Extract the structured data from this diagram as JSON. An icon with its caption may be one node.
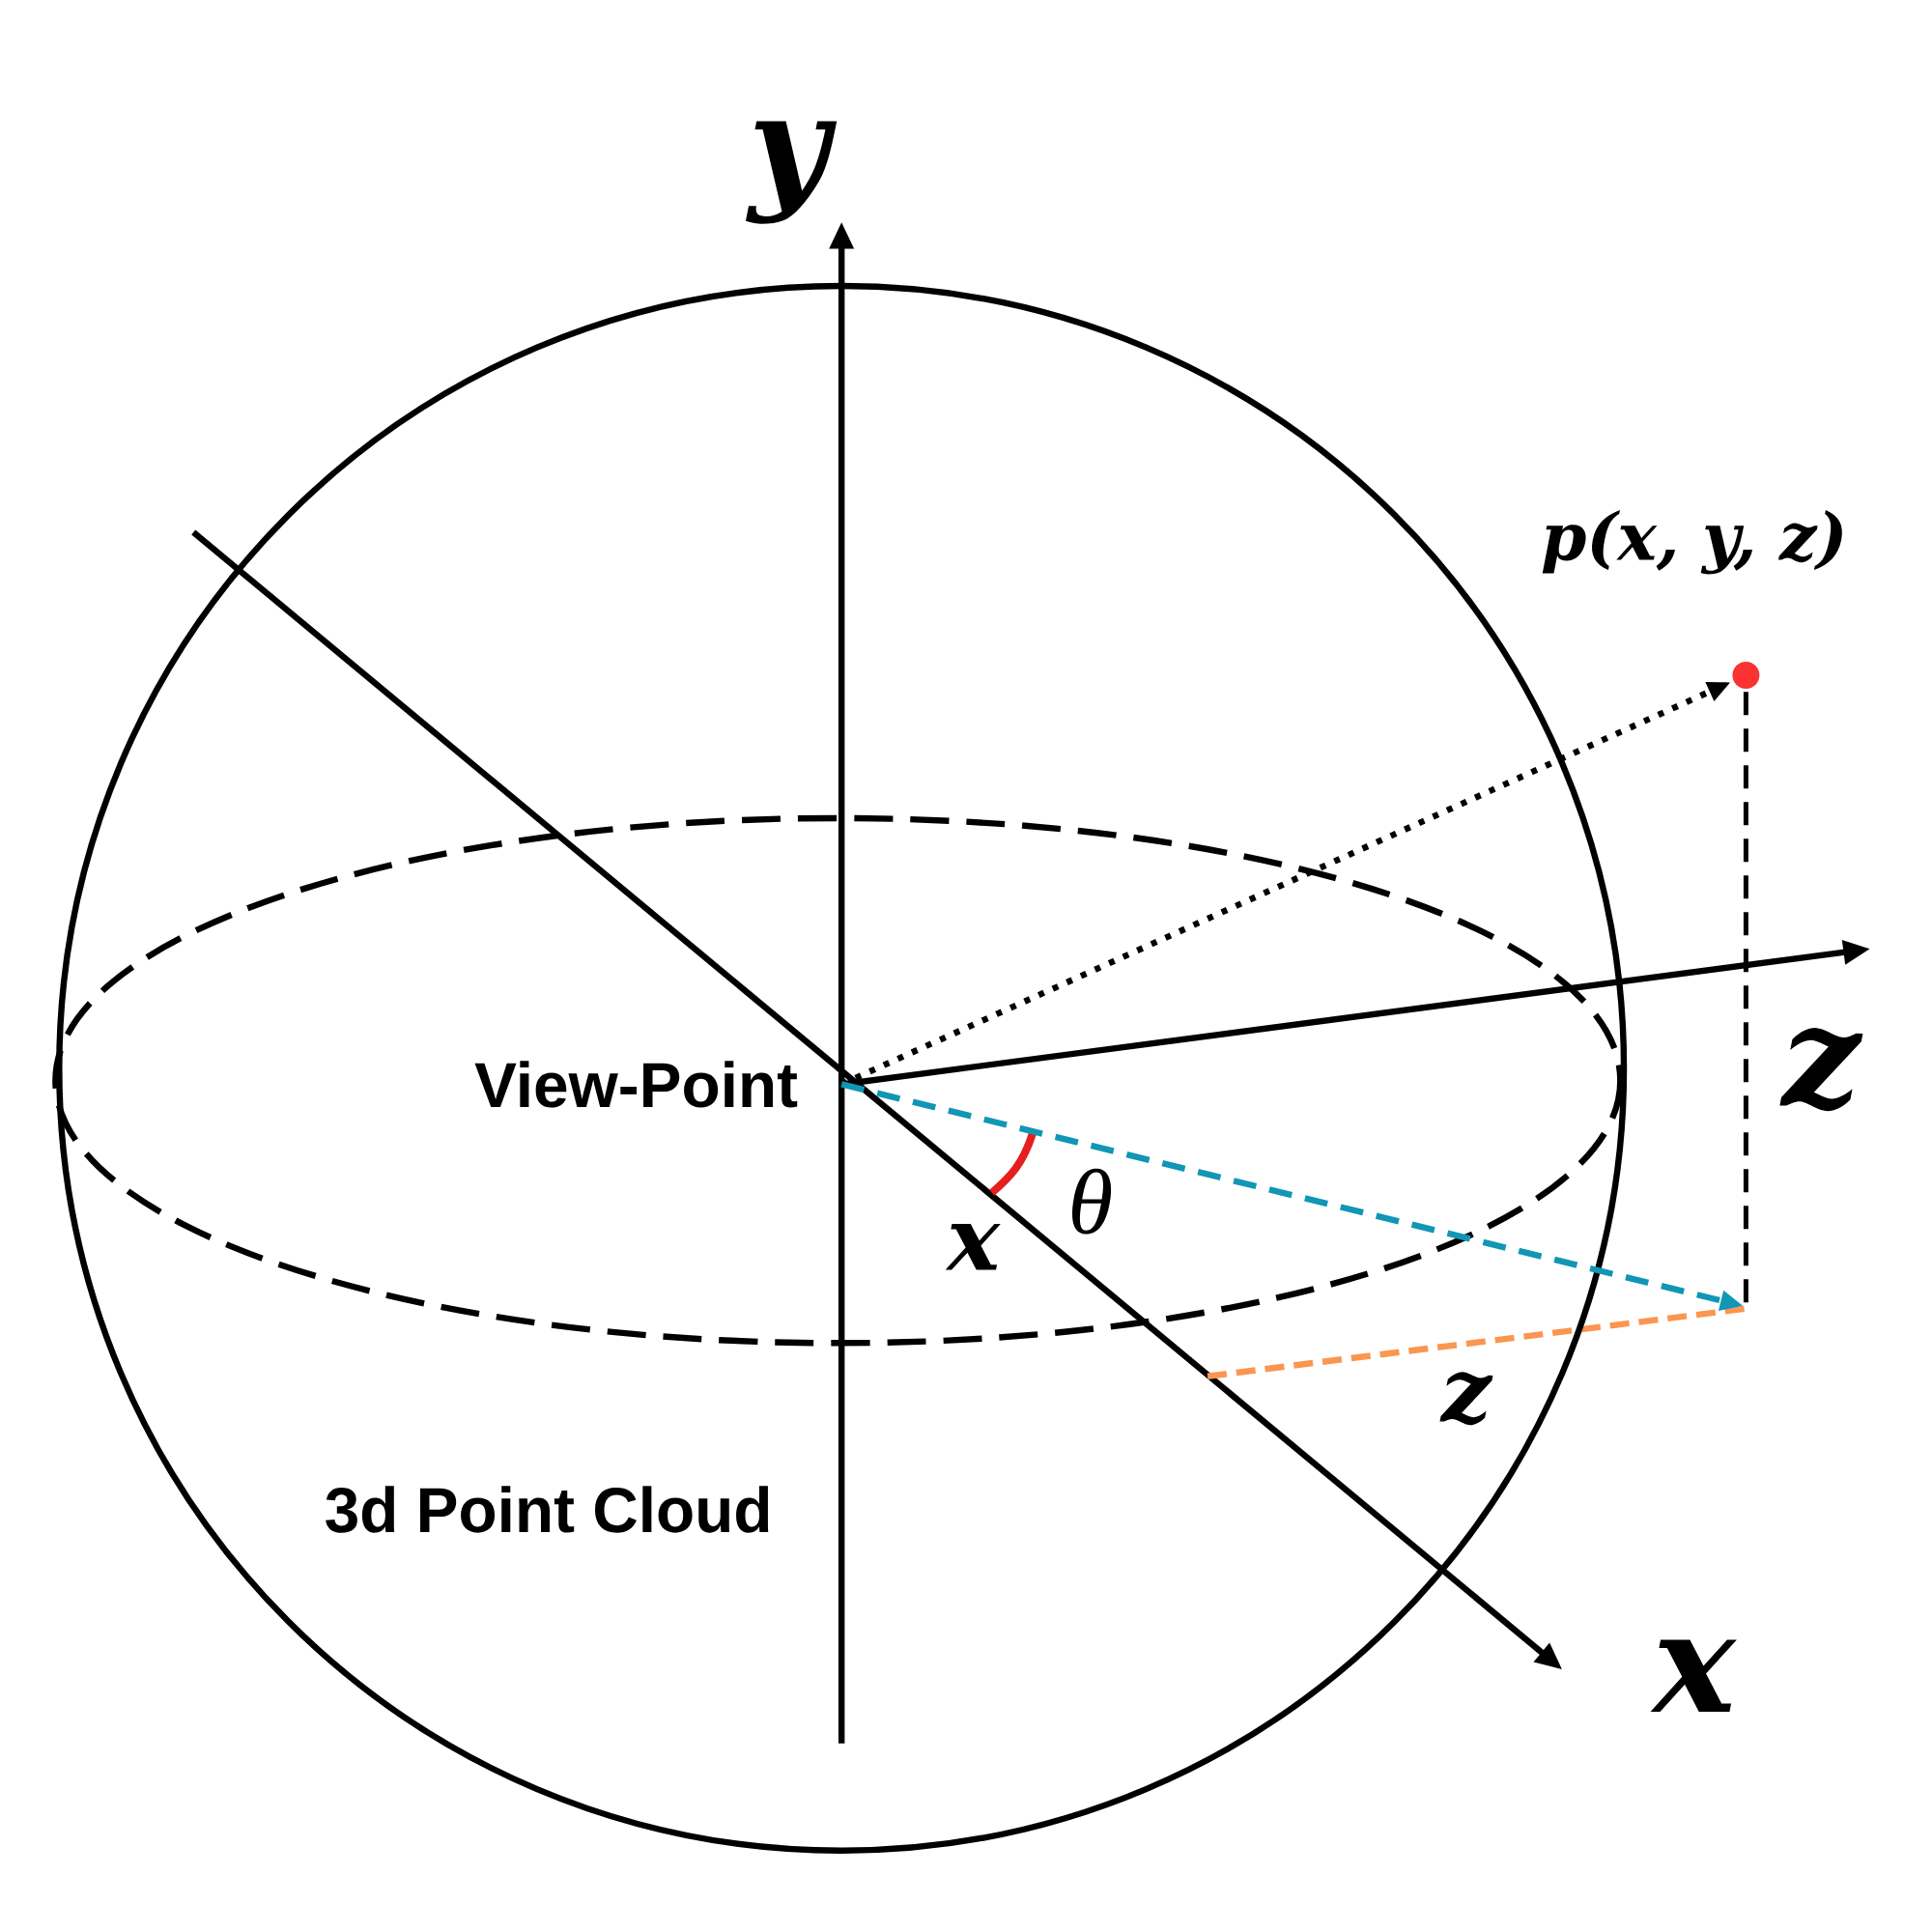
{
  "diagram": {
    "nodes": [
      {
        "text": [
          "3d Point Cloud"
        ]
      },
      {
        "text": [
          "View-Point"
        ],
        "in": 0
      },
      {
        "text": [
          "p(x, y, z)"
        ]
      }
    ],
    "edges": [
      {
        "from": 1,
        "to": 2,
        "arrow": "to"
      },
      {
        "from": 1,
        "to": null,
        "arrow": "to",
        "style": "dashed",
        "color": "#1196b5"
      },
      {
        "from": 2,
        "to": null,
        "arrow": "none",
        "style": "dashed"
      }
    ],
    "labels": [
      "y",
      "z",
      "x",
      "x",
      "θ",
      "z"
    ]
  }
}
